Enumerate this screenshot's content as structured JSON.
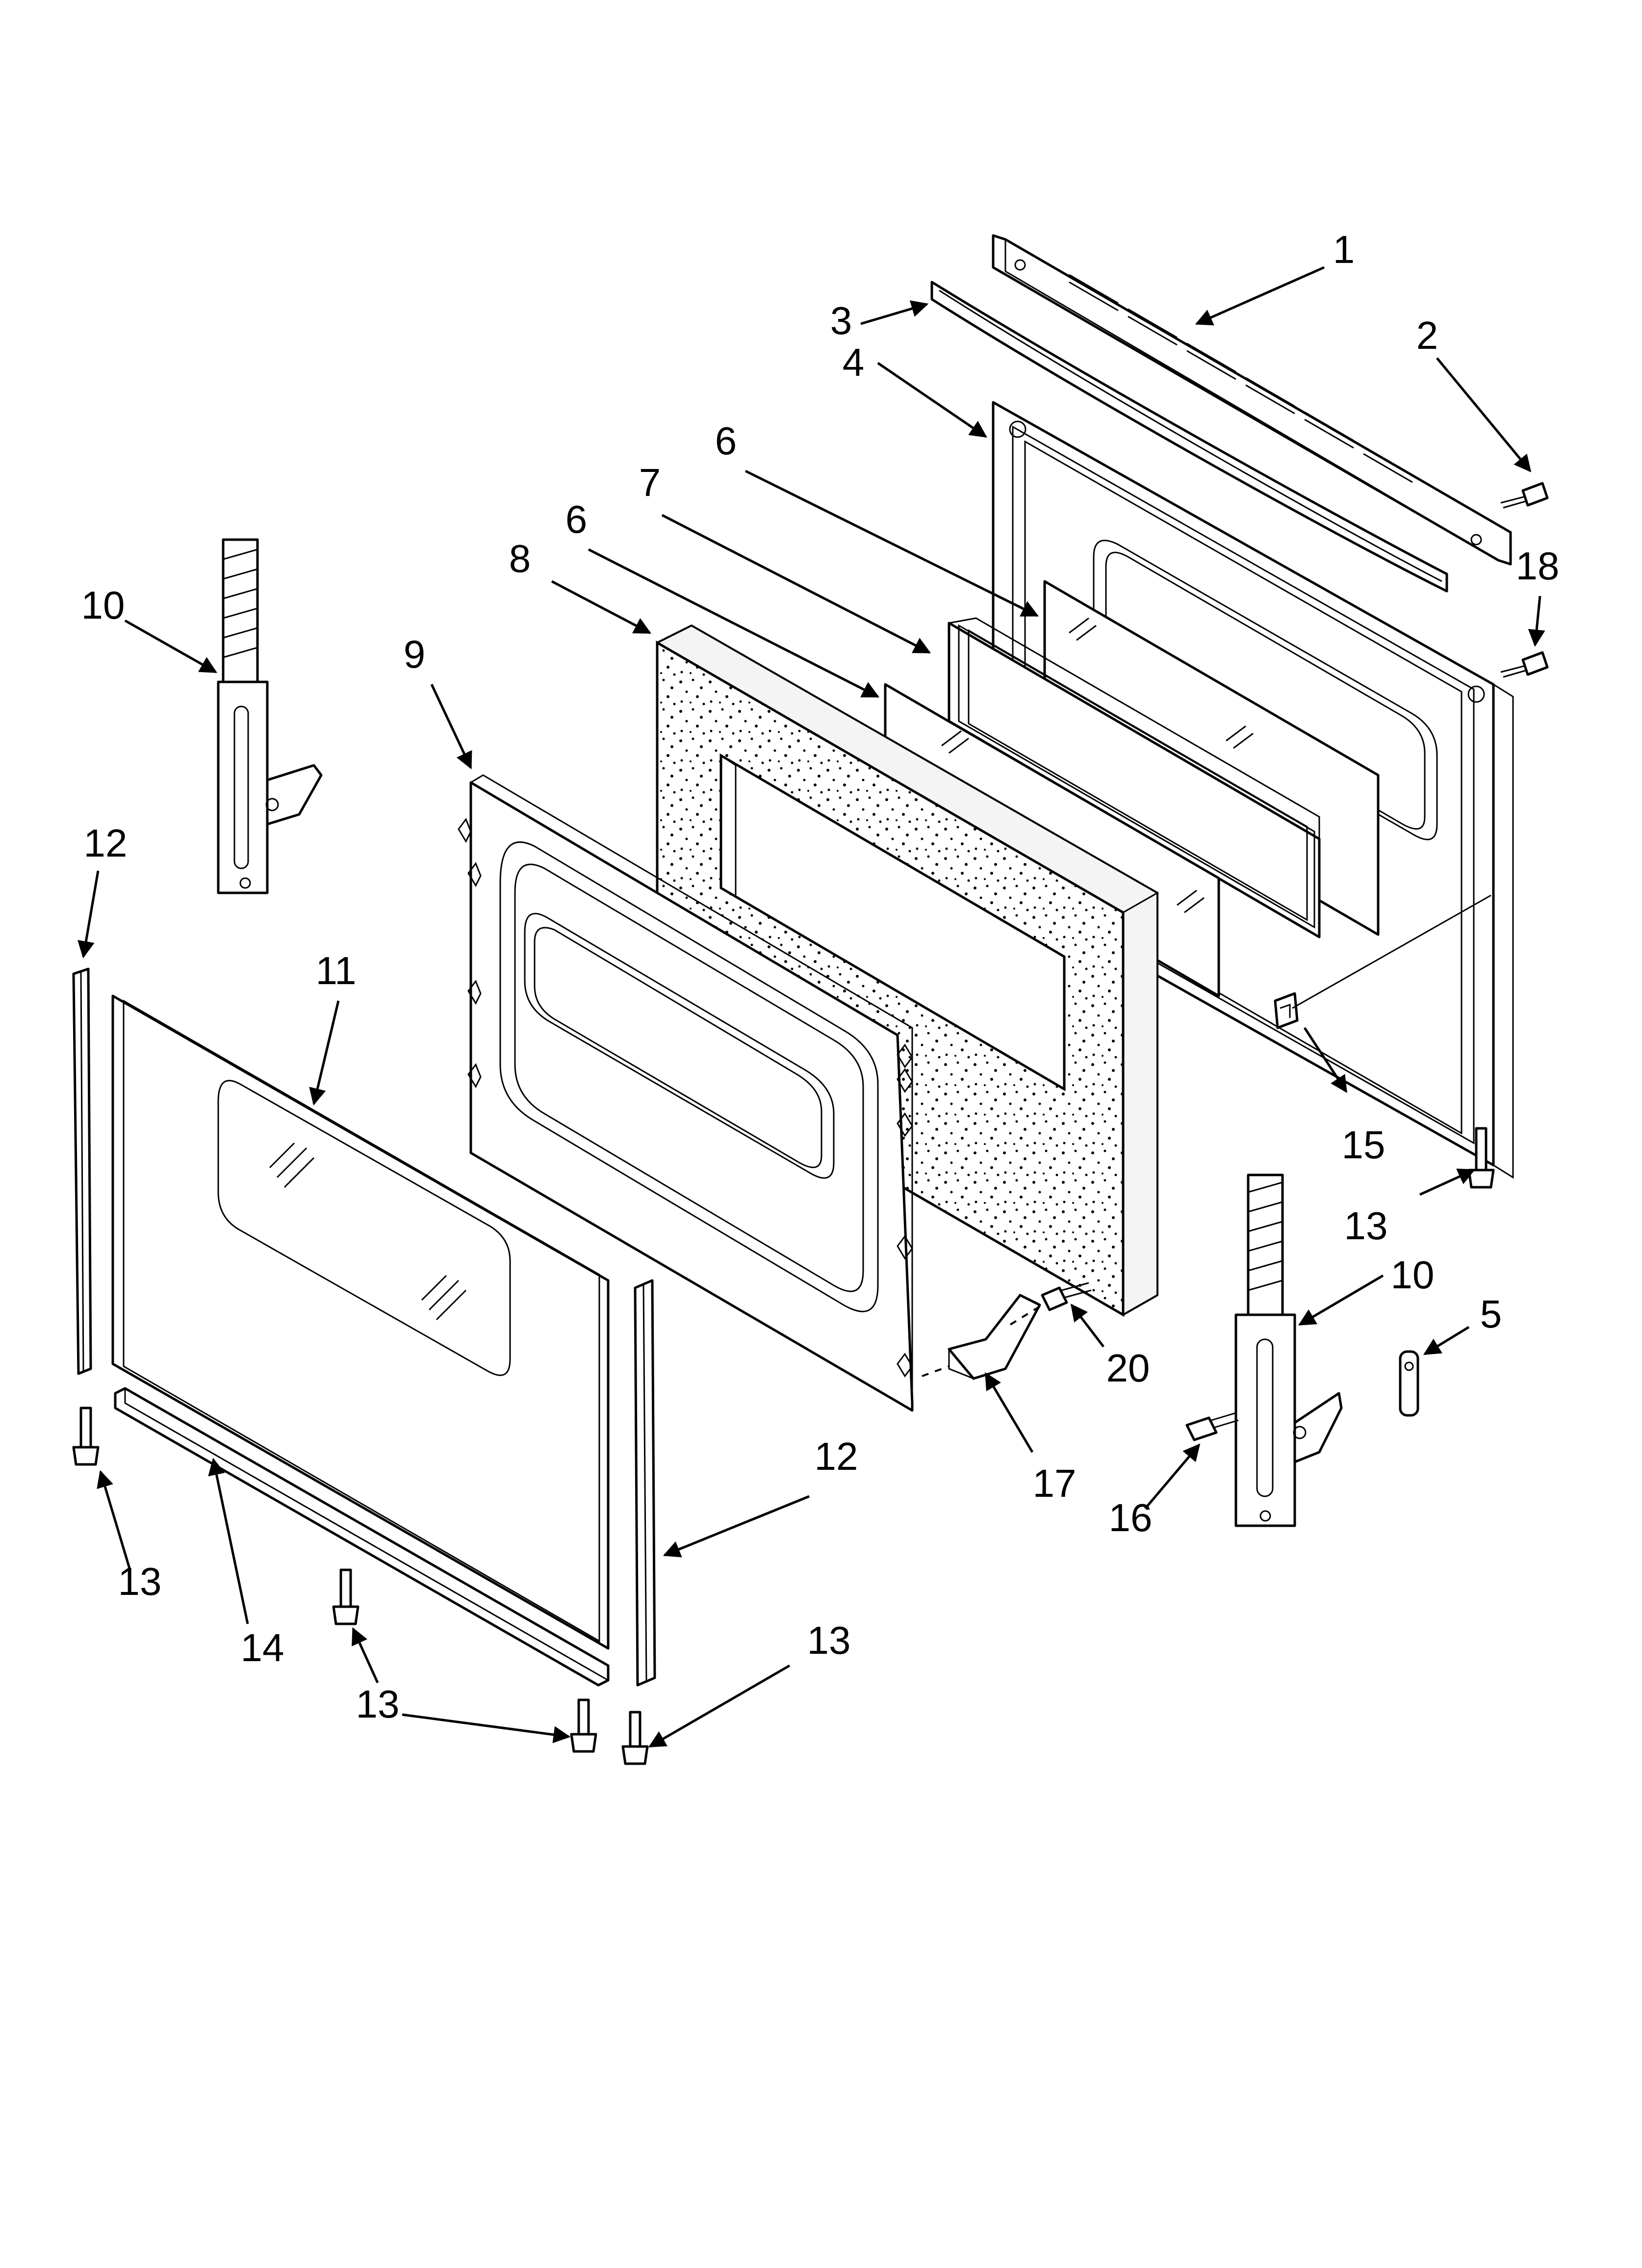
{
  "diagram": {
    "callouts": [
      {
        "id": "c1",
        "text": "1"
      },
      {
        "id": "c2",
        "text": "2"
      },
      {
        "id": "c3",
        "text": "3"
      },
      {
        "id": "c4",
        "text": "4"
      },
      {
        "id": "c5",
        "text": "5"
      },
      {
        "id": "c6a",
        "text": "6"
      },
      {
        "id": "c6b",
        "text": "6"
      },
      {
        "id": "c7",
        "text": "7"
      },
      {
        "id": "c8",
        "text": "8"
      },
      {
        "id": "c9",
        "text": "9"
      },
      {
        "id": "c10a",
        "text": "10"
      },
      {
        "id": "c10b",
        "text": "10"
      },
      {
        "id": "c11",
        "text": "11"
      },
      {
        "id": "c12a",
        "text": "12"
      },
      {
        "id": "c12b",
        "text": "12"
      },
      {
        "id": "c13a",
        "text": "13"
      },
      {
        "id": "c13b",
        "text": "13"
      },
      {
        "id": "c13c",
        "text": "13"
      },
      {
        "id": "c13d",
        "text": "13"
      },
      {
        "id": "c14",
        "text": "14"
      },
      {
        "id": "c15",
        "text": "15"
      },
      {
        "id": "c16",
        "text": "16"
      },
      {
        "id": "c17",
        "text": "17"
      },
      {
        "id": "c18",
        "text": "18"
      },
      {
        "id": "c20",
        "text": "20"
      }
    ]
  }
}
